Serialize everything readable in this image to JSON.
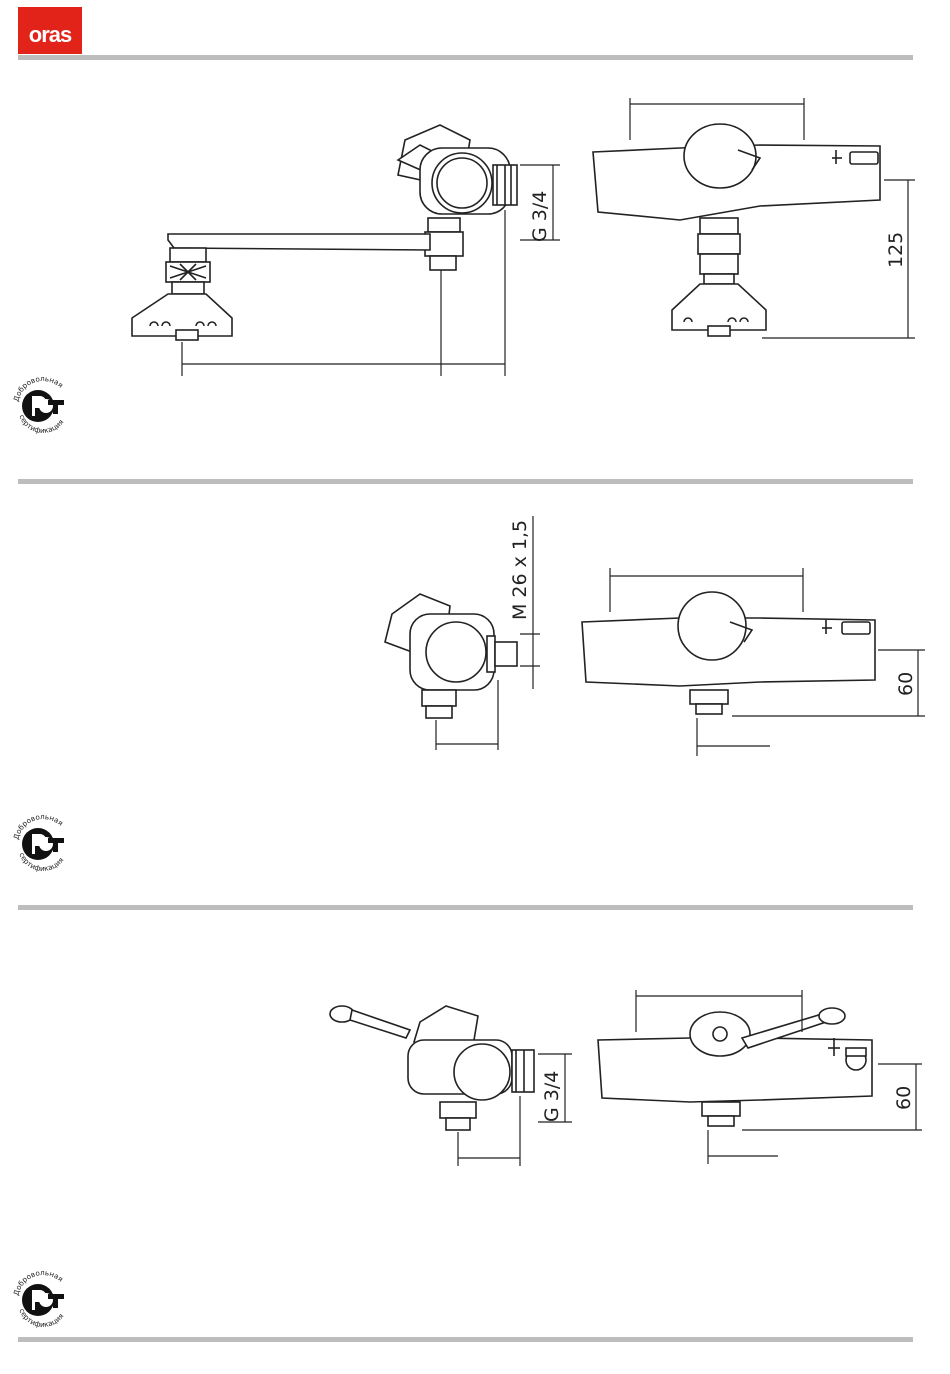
{
  "brand": {
    "name": "oras",
    "color": "#e2231a"
  },
  "certification": {
    "top_text": "Добровольная",
    "bottom_text": "сертификация",
    "mark": "PCT"
  },
  "sections": [
    {
      "dims": {
        "connection": "G 3/4",
        "height": "125"
      }
    },
    {
      "dims": {
        "connection": "M 26 x 1,5",
        "height": "60"
      }
    },
    {
      "dims": {
        "connection": "G 3/4",
        "height": "60"
      }
    }
  ],
  "colors": {
    "rule": "#bdbdbd",
    "line": "#222222"
  }
}
